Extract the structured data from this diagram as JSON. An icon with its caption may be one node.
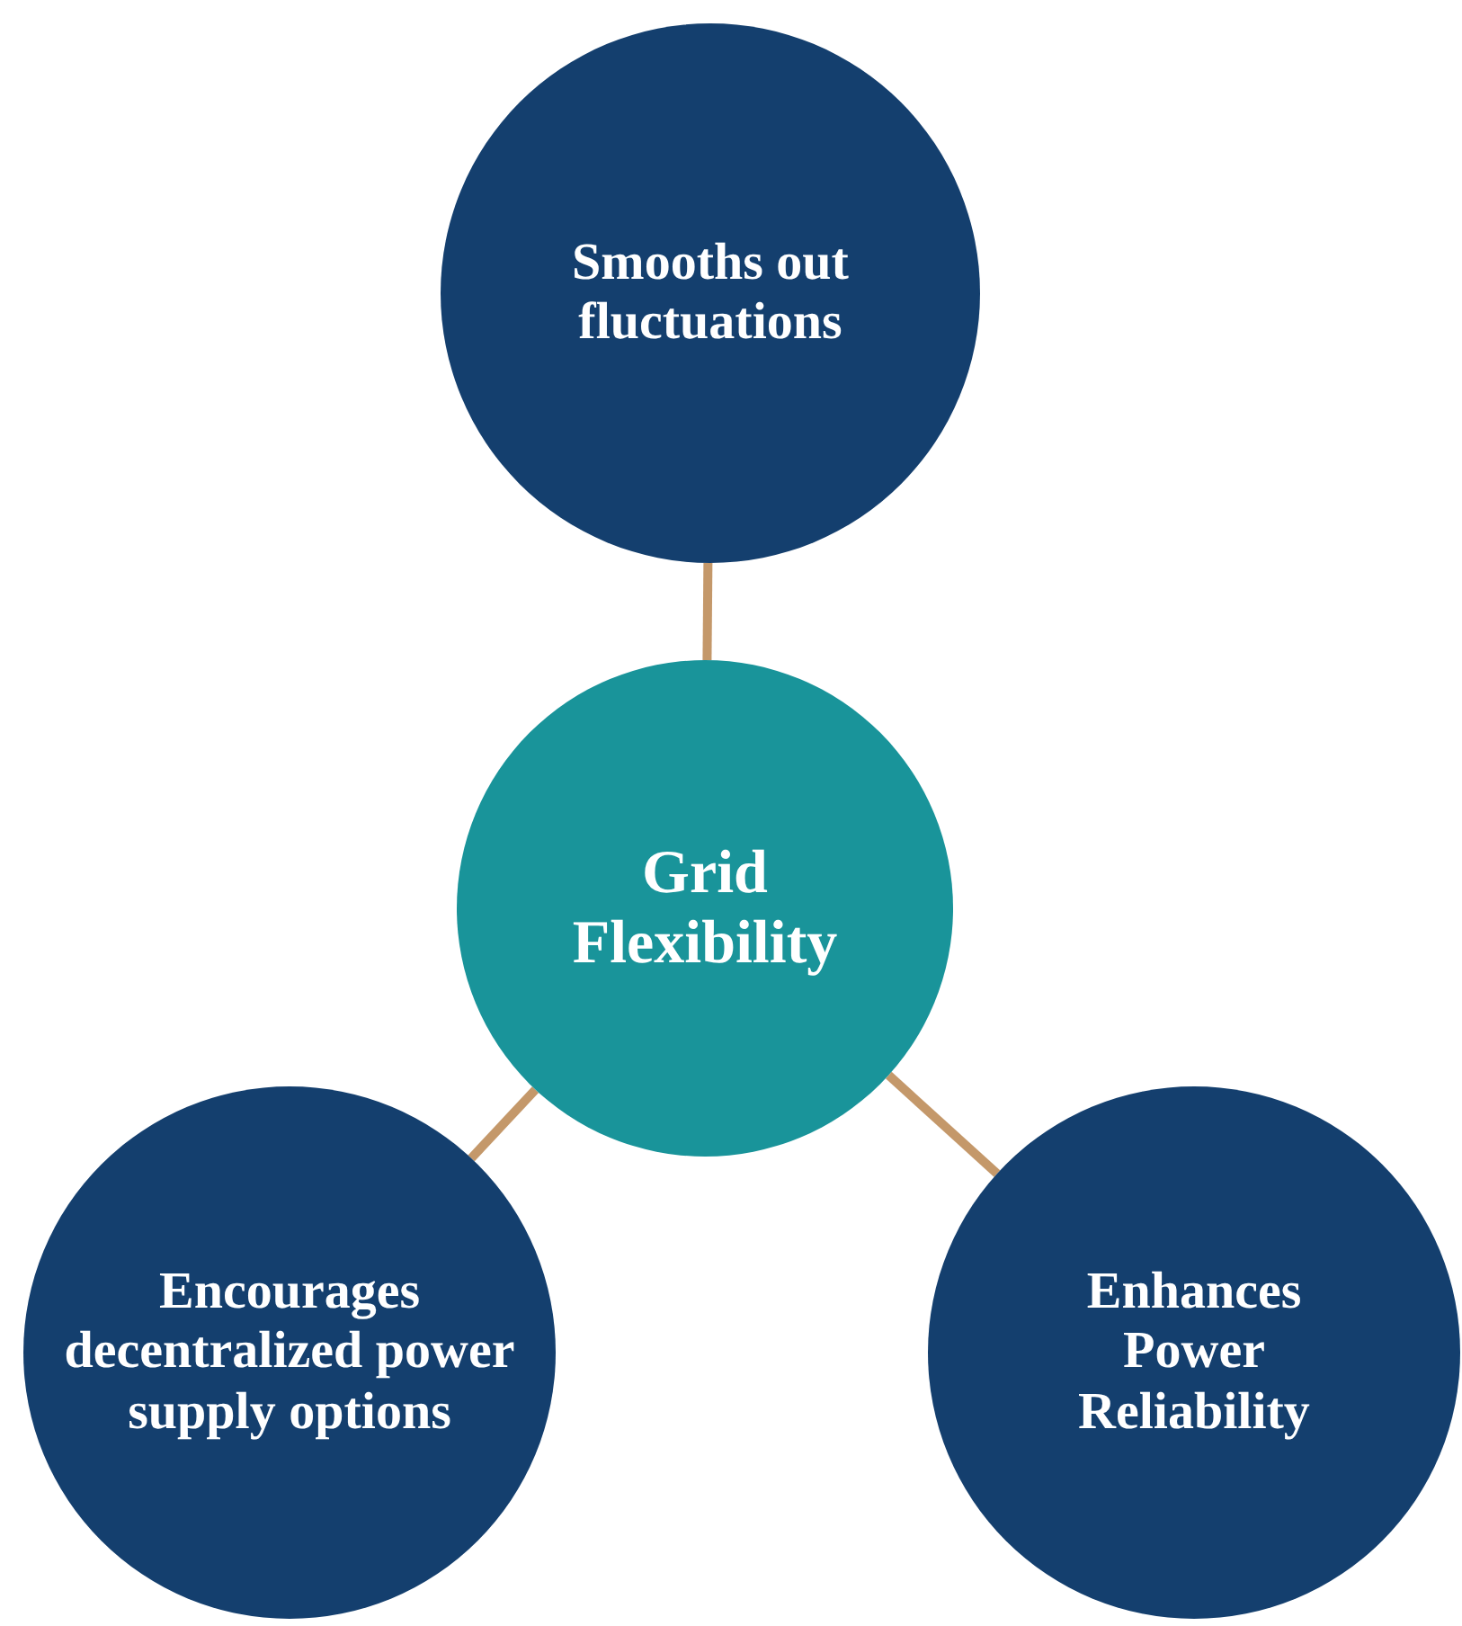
{
  "diagram": {
    "nodes": [
      {
        "text": [
          "Smooths out fluctuations"
        ]
      },
      {
        "text": [
          "Grid Flexibility"
        ]
      },
      {
        "text": [
          "Encourages decentralized power supply options"
        ]
      },
      {
        "text": [
          "Enhances Power Reliability"
        ]
      }
    ],
    "edges": [
      {
        "from": 1,
        "to": 0,
        "arrow": "none"
      },
      {
        "from": 1,
        "to": 2,
        "arrow": "none"
      },
      {
        "from": 1,
        "to": 3,
        "arrow": "none"
      }
    ]
  }
}
